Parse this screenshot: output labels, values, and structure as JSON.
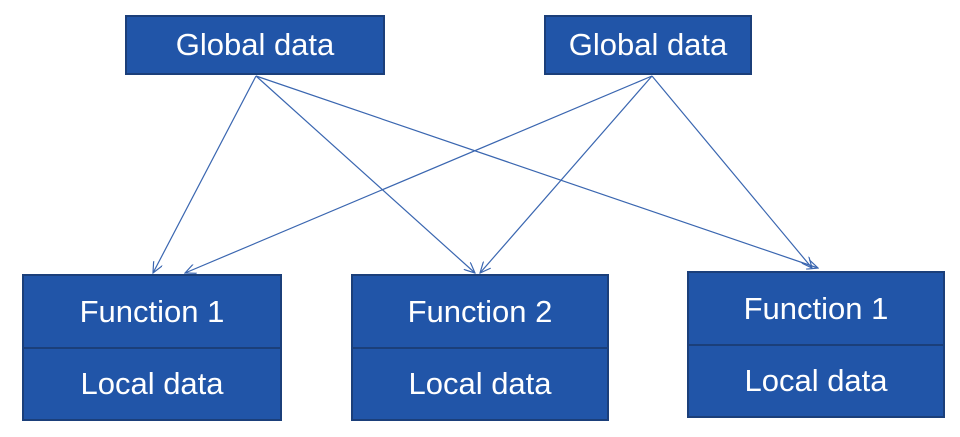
{
  "colors": {
    "box_fill": "#2155a8",
    "box_border": "#1b3f7a",
    "arrow": "#3a66b0",
    "text": "#ffffff"
  },
  "globals": [
    {
      "label": "Global data"
    },
    {
      "label": "Global data"
    }
  ],
  "functions": [
    {
      "name": "Function 1",
      "local": "Local data"
    },
    {
      "name": "Function 2",
      "local": "Local data"
    },
    {
      "name": "Function 1",
      "local": "Local data"
    }
  ],
  "connections": [
    {
      "from": 0,
      "to": 0
    },
    {
      "from": 0,
      "to": 1
    },
    {
      "from": 0,
      "to": 2
    },
    {
      "from": 1,
      "to": 0
    },
    {
      "from": 1,
      "to": 1
    },
    {
      "from": 1,
      "to": 2
    }
  ]
}
